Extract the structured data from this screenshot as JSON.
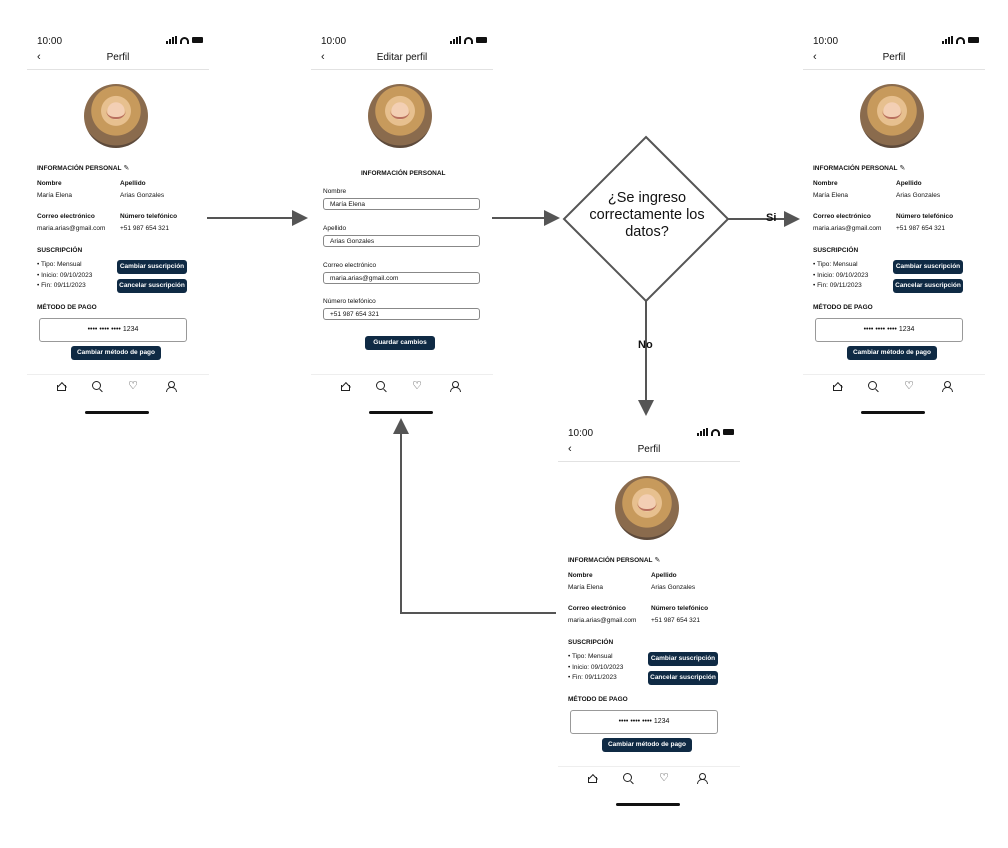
{
  "status_time": "10:00",
  "profile_screen": {
    "title": "Perfil",
    "back": "‹",
    "personal_header": "INFORMACIÓN PERSONAL",
    "edit_icon": "✎",
    "name_label": "Nombre",
    "name_value": "María Elena",
    "surname_label": "Apellido",
    "surname_value": "Arias Gonzales",
    "email_label": "Correo electrónico",
    "email_value": "maria.arias@gmail.com",
    "phone_label": "Número telefónico",
    "phone_value": "+51 987 654 321",
    "subscription_header": "SUSCRIPCIÓN",
    "sub_type": "• Tipo: Mensual",
    "sub_start": "• Inicio: 09/10/2023",
    "sub_end": "• Fin: 09/11/2023",
    "change_sub_button": "Cambiar suscripción",
    "cancel_sub_button": "Cancelar suscripción",
    "payment_header": "MÉTODO DE PAGO",
    "card_number": "•••• •••• •••• 1234",
    "change_payment_button": "Cambiar método de pago"
  },
  "edit_screen": {
    "title": "Editar perfil",
    "back": "‹",
    "personal_header": "INFORMACIÓN PERSONAL",
    "name_label": "Nombre",
    "name_value": "María Elena",
    "surname_label": "Apellido",
    "surname_value": "Arias Gonzales",
    "email_label": "Correo electrónico",
    "email_value": "maria.arias@gmail.com",
    "phone_label": "Número telefónico",
    "phone_value": "+51 987 654 321",
    "save_button": "Guardar cambios"
  },
  "decision": {
    "question": "¿Se ingreso correctamente los datos?",
    "yes_label": "Si",
    "no_label": "No"
  },
  "tab_icons": [
    "home-icon",
    "search-icon",
    "heart-icon",
    "user-icon"
  ],
  "colors": {
    "button": "#0f2a44",
    "arrow": "#555555"
  }
}
